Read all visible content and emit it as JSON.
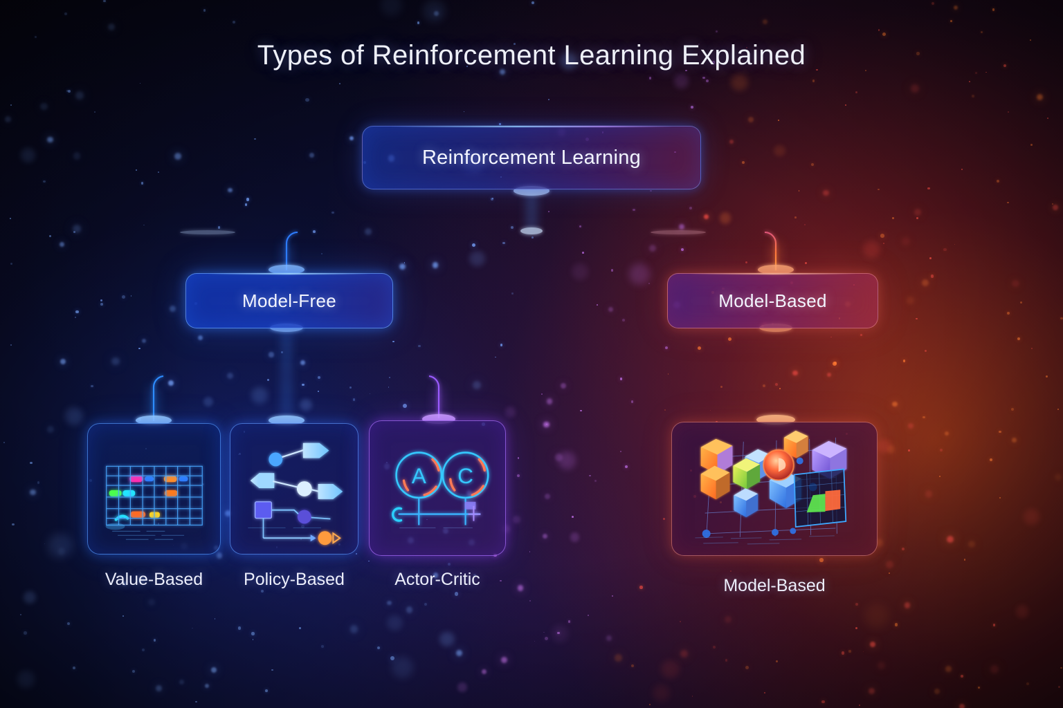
{
  "page": {
    "title": "Types of Reinforcement Learning Explained",
    "background_colors": {
      "deep_navy": "#060616",
      "mid_purple": "#2a1340",
      "warm_red": "#4a1534",
      "accent_blue": "#3b7cff",
      "accent_purple": "#a04bff",
      "accent_orange": "#ff7a2a"
    }
  },
  "diagram": {
    "type": "tree",
    "root": {
      "id": "reinforcement-learning",
      "label": "Reinforcement Learning",
      "accent": "#5a8cff"
    },
    "branches": [
      {
        "id": "model-free",
        "label": "Model-Free",
        "accent": "#2f6dff",
        "children": [
          {
            "id": "value-based",
            "label": "Value-Based",
            "icon": "q-table-grid-icon",
            "accent": "#3b8cff"
          },
          {
            "id": "policy-based",
            "label": "Policy-Based",
            "icon": "policy-arrows-icon",
            "accent": "#4f8cff"
          },
          {
            "id": "actor-critic",
            "label": "Actor-Critic",
            "icon": "actor-critic-circles-icon",
            "accent": "#a45cff",
            "glyphs": [
              "A",
              "C"
            ]
          }
        ]
      },
      {
        "id": "model-based",
        "label": "Model-Based",
        "accent": "#e0604a",
        "children": [
          {
            "id": "model-based-leaf",
            "label": "Model-Based",
            "icon": "world-model-cubes-icon",
            "accent": "#ff8a4a"
          }
        ]
      }
    ]
  }
}
